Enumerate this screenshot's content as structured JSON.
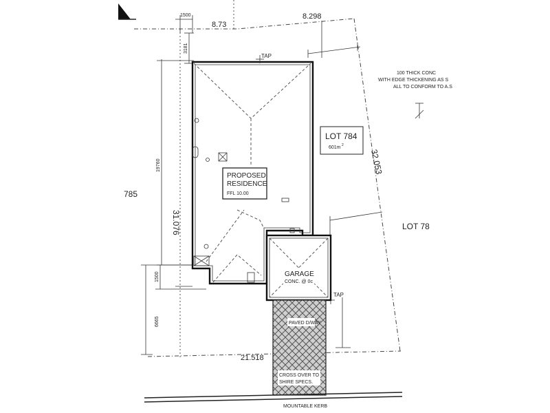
{
  "dims": {
    "top_left_setback": "1500",
    "top_frontage": "8.73",
    "top_right_frontage": "8.298",
    "top_rear_setback": "3181",
    "house_length_small": "19760",
    "left_boundary": "31.076",
    "right_boundary": "32.053",
    "front_left_setback": "1500",
    "driveway_side": "6665",
    "bottom_frontage": "21.518"
  },
  "labels": {
    "tap_top": "TAP",
    "tap_bottom": "TAP",
    "proposed_residence_line1": "PROPOSED",
    "proposed_residence_line2": "RESIDENCE",
    "ffl": "FFL 10.00",
    "lot_784": "LOT 784",
    "lot_784_area": "601m",
    "lot_784_area_sup": "2",
    "lot_785": "785",
    "lot_78x": "LOT 78",
    "garage": "GARAGE",
    "garage_conc": "CONC. @ 0c",
    "paved_driveway": "PAVED D/WAY",
    "crossover_line1": "CROSS OVER TO",
    "crossover_line2": "SHIRE SPECS.",
    "mountable_kerb": "MOUNTABLE KERB",
    "note_line1": "100 THICK CONC",
    "note_line2": "WITH EDGE THICKENING AS S",
    "note_line3": "ALL TO CONFORM TO A.S"
  }
}
